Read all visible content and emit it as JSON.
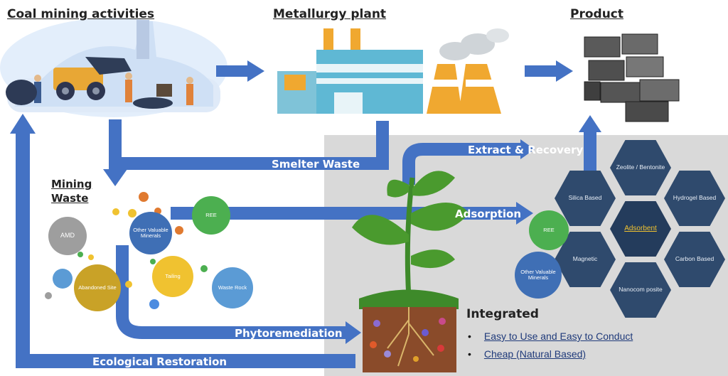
{
  "headers": {
    "coal": "Coal mining activities",
    "plant": "Metallurgy plant",
    "product": "Product",
    "mining_waste_line1": "Mining",
    "mining_waste_line2": "Waste",
    "integrated": "Integrated"
  },
  "arrows": {
    "smelter": "Smelter Waste",
    "extract": "Extract & Recovery",
    "adsorption": "Adsorption",
    "phyto": "Phytoremediation",
    "eco": "Ecological Restoration"
  },
  "waste_circles": {
    "amd": "AMD",
    "other": "Other Valuable Minerals",
    "ree": "REE",
    "abandoned": "Abandoned Site",
    "tailing": "Tailing",
    "waste_rock": "Waste Rock"
  },
  "adsorbent": {
    "center": "Adsorbent",
    "zeolite": "Zeolite / Bentonite",
    "silica": "Silica Based",
    "hydrogel": "Hydrogel Based",
    "magnetic": "Magnetic",
    "carbon": "Carbon Based",
    "nanocomposite": "Nanocom posite",
    "ree": "REE",
    "other": "Other Valuable Minerals"
  },
  "integrated_points": [
    "Easy to Use and Easy to Conduct",
    "Cheap (Natural Based)"
  ],
  "colors": {
    "arrow_blue": "#4472c4",
    "panel_gray": "#d9d9d9",
    "hex_navy": "#2f4a6d",
    "green_ree": "#4caf50",
    "gold": "#c9a227"
  }
}
